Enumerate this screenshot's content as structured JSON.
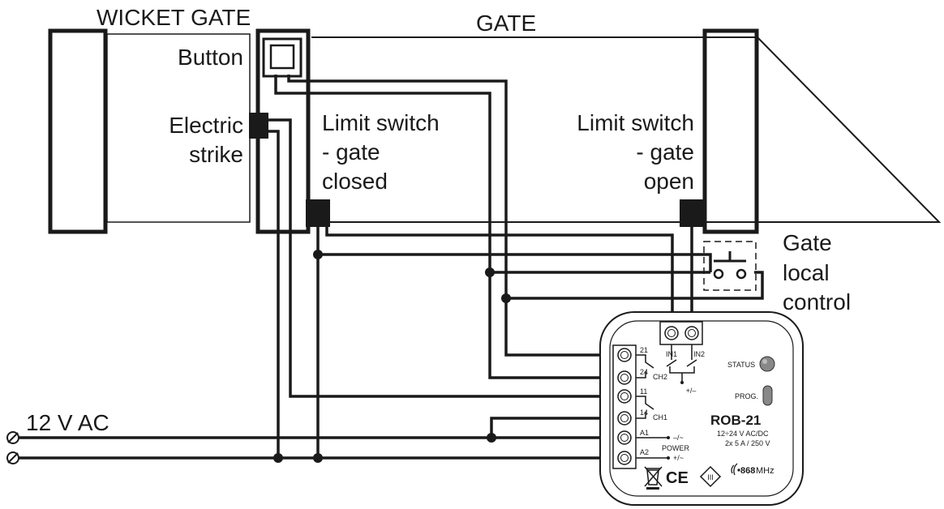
{
  "labels": {
    "wicket_gate": "WICKET GATE",
    "gate": "GATE",
    "button": "Button",
    "electric_strike_1": "Electric",
    "electric_strike_2": "strike",
    "ls_closed_1": "Limit switch",
    "ls_closed_2": "- gate",
    "ls_closed_3": "closed",
    "ls_open_1": "Limit switch",
    "ls_open_2": "- gate",
    "ls_open_3": "open",
    "local_1": "Gate",
    "local_2": "local",
    "local_3": "control",
    "power_supply": "12 V AC"
  },
  "device": {
    "model": "ROB-21",
    "supply": "12÷24 V AC/DC",
    "rating": "2x 5 A / 250 V",
    "status": "STATUS",
    "prog": "PROG.",
    "power": "POWER",
    "freq": "868",
    "freq_unit": "MHz",
    "terminals": [
      "21",
      "24",
      "11",
      "14",
      "A1",
      "A2"
    ],
    "ch2": "CH2",
    "ch1": "CH1",
    "in1": "IN1",
    "in2": "IN2",
    "in_common": "+/–",
    "a1_sym": "–/~",
    "a2_sym": "+/~",
    "ce": "CE",
    "class": "III"
  }
}
